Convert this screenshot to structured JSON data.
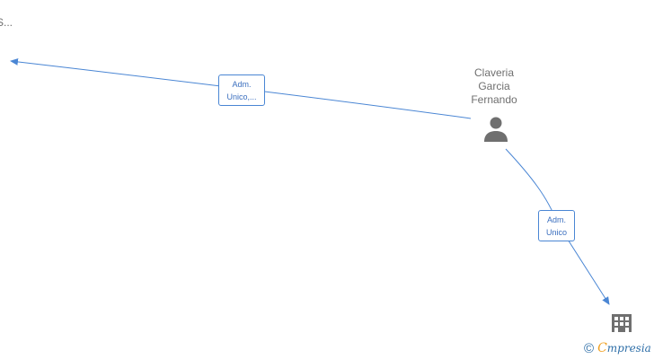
{
  "nodes": {
    "cut_label": "S...",
    "person": "Claveria\nGarcia\nFernando"
  },
  "edges": [
    {
      "label": "Adm.\nUnico,..."
    },
    {
      "label": "Adm.\nUnico"
    }
  ],
  "brand": {
    "copyright": "©",
    "initial": "C",
    "rest": "mpresia"
  },
  "colors": {
    "edge": "#4a86d4",
    "node_icon": "#6f6f6f",
    "brand": "#2f6fa8",
    "brand_accent": "#f0a020"
  }
}
